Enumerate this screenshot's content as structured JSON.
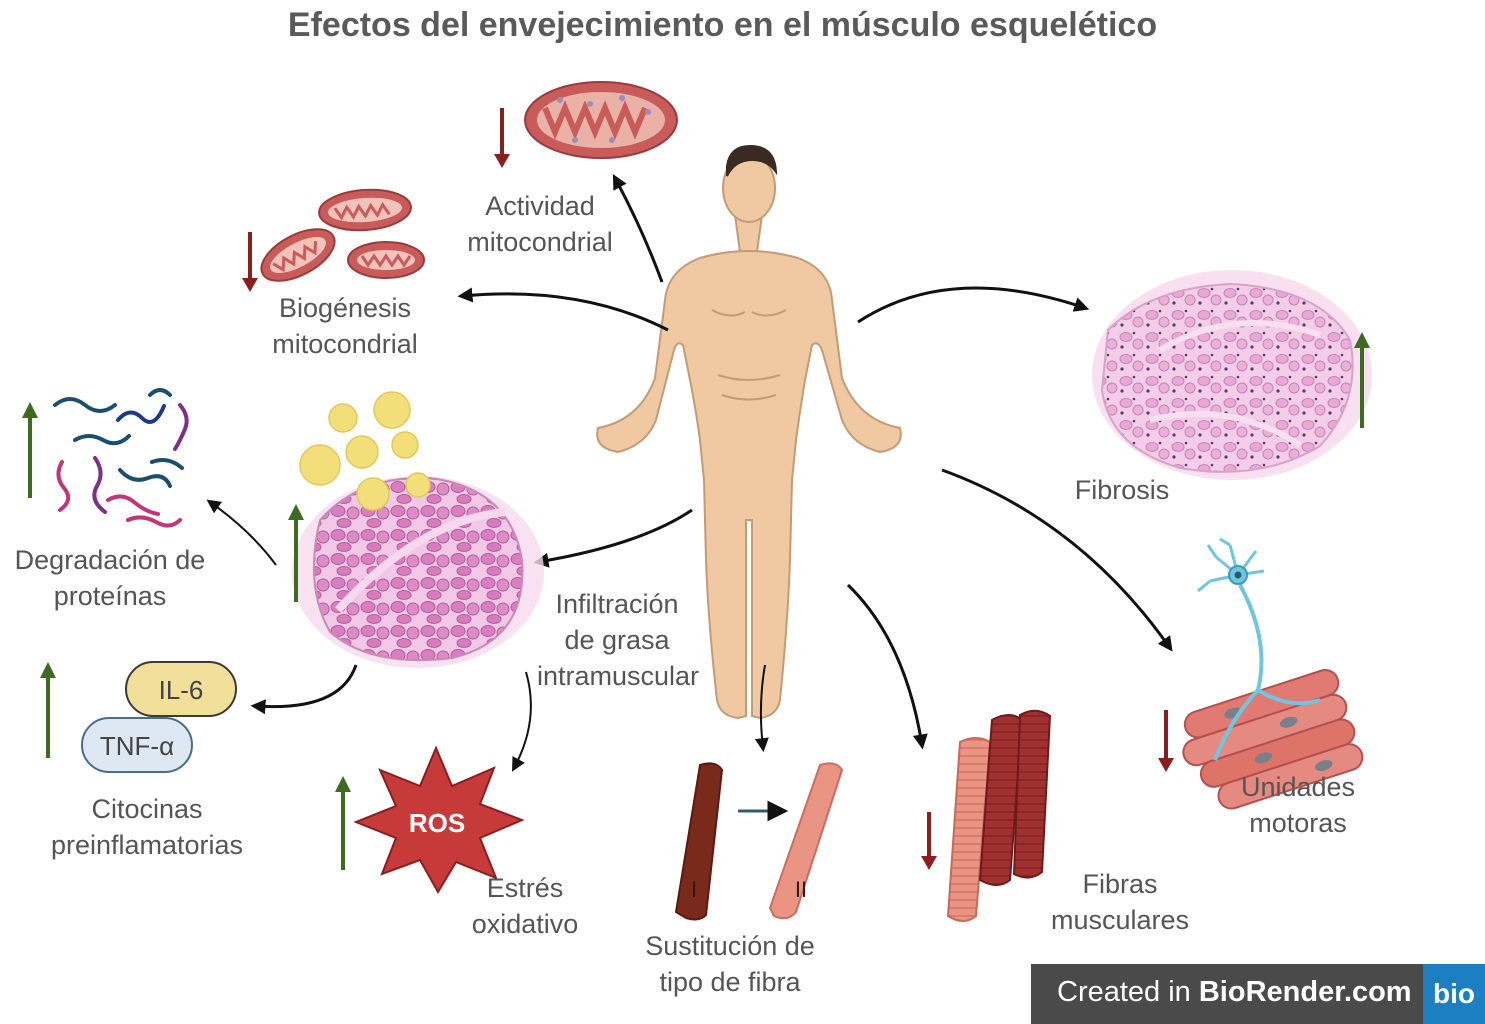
{
  "title": "Efectos del envejecimiento en el músculo esquelético",
  "labels": {
    "actividad": [
      "Actividad",
      "mitocondrial"
    ],
    "biogenesis": [
      "Biogénesis",
      "mitocondrial"
    ],
    "degradacion": [
      "Degradación de",
      "proteínas"
    ],
    "infiltracion": [
      "Infiltración",
      "de grasa",
      "intramuscular"
    ],
    "citocinas": [
      "Citocinas",
      "preinflamatorias"
    ],
    "estres": [
      "Estrés",
      "oxidativo"
    ],
    "sustitucion": [
      "Sustitución de",
      "tipo de fibra"
    ],
    "fibras": [
      "Fibras",
      "musculares"
    ],
    "unidades": [
      "Unidades",
      "motoras"
    ],
    "fibrosis": "Fibrosis"
  },
  "pills": {
    "il6": "IL-6",
    "tnf": "TNF-α"
  },
  "ros": "ROS",
  "fiber_types": {
    "type1": "I",
    "type2": "II"
  },
  "badge": {
    "prefix": "Created in ",
    "brand": "BioRender.com",
    "logo": "bio"
  },
  "colors": {
    "up_arrow": "#3d6b1f",
    "down_arrow": "#8b1e1e",
    "mito": "#c95b5b",
    "muscle_tissue": "#e89ad0",
    "fat": "#f2df7a",
    "ros": "#c73a3a",
    "skin": "#f0c9a2",
    "fiber_dark": "#9a2a2a",
    "fiber_light": "#e88a7a",
    "neuron": "#6ec6e0"
  }
}
